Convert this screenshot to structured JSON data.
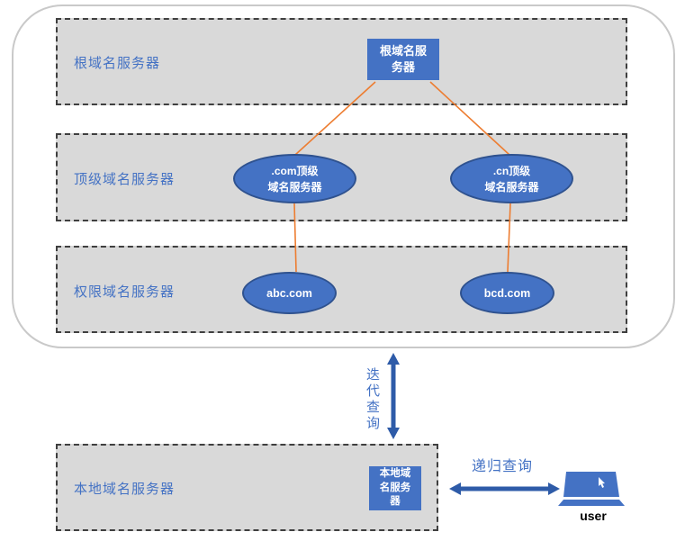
{
  "colors": {
    "accent_blue": "#4472C4",
    "node_border_blue": "#2F528F",
    "band_gray": "#D9D9D9",
    "band_border": "#3F3F3F",
    "connector_orange": "#ED7D31",
    "arrow_blue": "#2E5BA8",
    "label_blue": "#4472C4",
    "container_border": "#C9C9C9",
    "user_text": "#000000"
  },
  "hierarchy": {
    "bands": [
      {
        "label": "根域名服务器"
      },
      {
        "label": "顶级域名服务器"
      },
      {
        "label": "权限域名服务器"
      }
    ]
  },
  "local_band": {
    "label": "本地域名服务器"
  },
  "nodes": {
    "root_server": {
      "lines": [
        "根域名服",
        "务器"
      ]
    },
    "com_tld_server": {
      "lines": [
        ".com顶级",
        "域名服务器"
      ]
    },
    "cn_tld_server": {
      "lines": [
        ".cn顶级",
        "域名服务器"
      ]
    },
    "abc_server": {
      "label": "abc.com"
    },
    "bcd_server": {
      "label": "bcd.com"
    },
    "local_server": {
      "lines": [
        "本地域",
        "名服务",
        "器"
      ]
    }
  },
  "arrows": {
    "iterative_label": "迭代查询",
    "recursive_label": "递归查询"
  },
  "user": {
    "label": "user"
  }
}
